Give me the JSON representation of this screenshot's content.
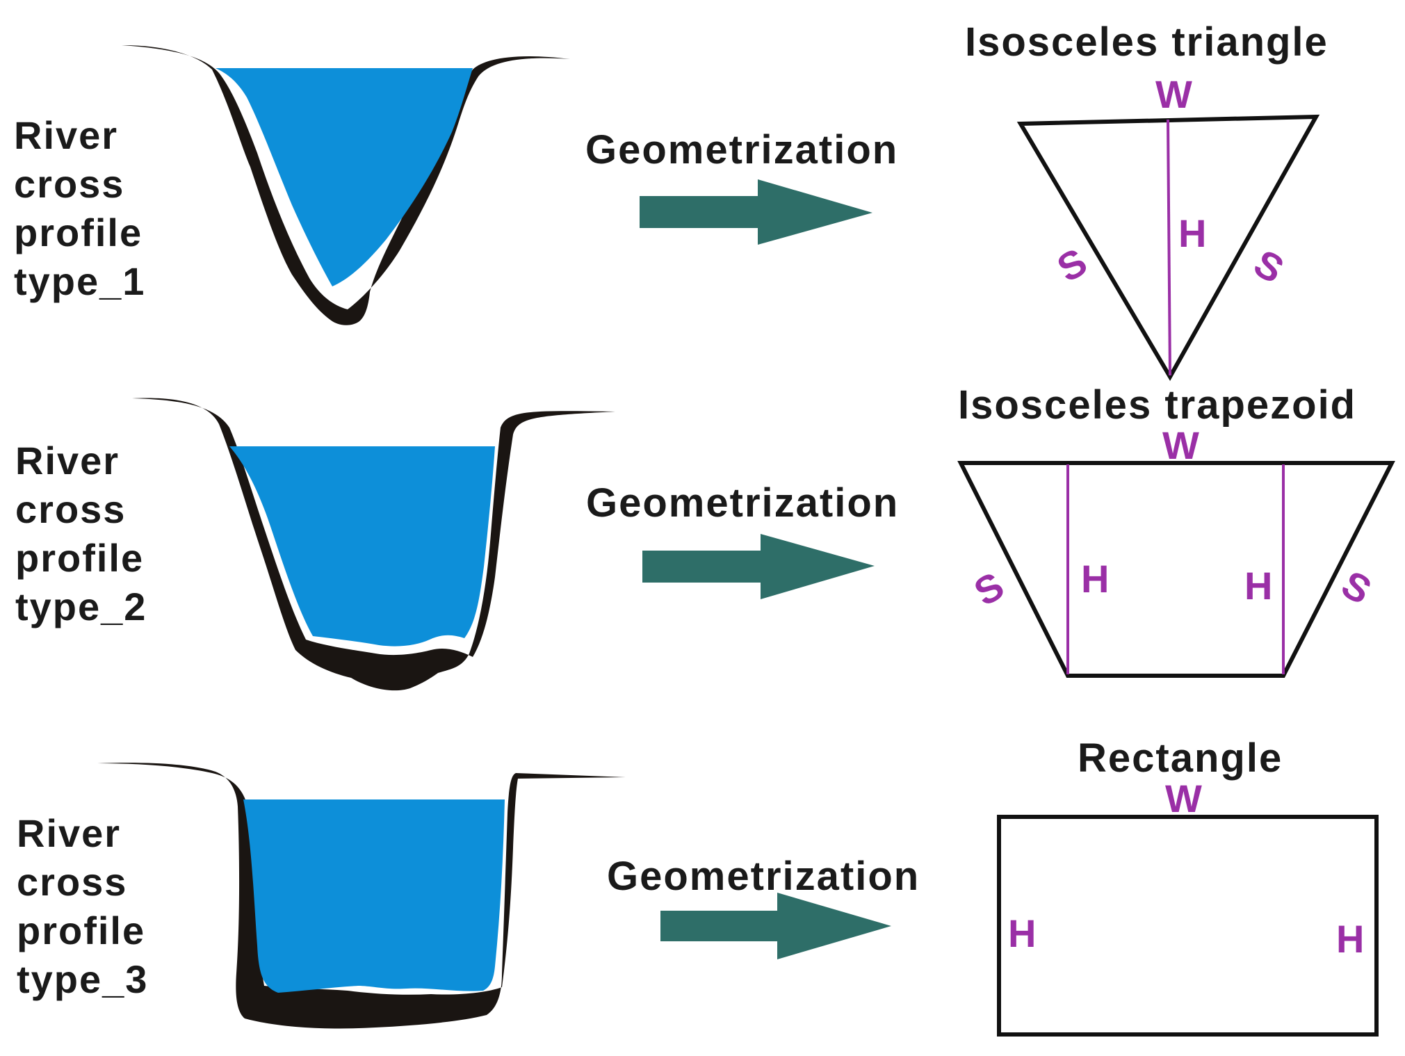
{
  "colors": {
    "water": "#0d8fd9",
    "bank": "#1a1512",
    "arrow": "#2e6e68",
    "dimension": "#9a2fa6",
    "outline": "#111111"
  },
  "rows": [
    {
      "profile_label_lines": [
        "River",
        "cross",
        "profile",
        "type_1"
      ],
      "process_label": "Geometrization",
      "shape_title": "Isosceles triangle",
      "dims": {
        "w": "W",
        "h": "H",
        "s_left": "S",
        "s_right": "S"
      }
    },
    {
      "profile_label_lines": [
        "River",
        "cross",
        "profile",
        "type_2"
      ],
      "process_label": "Geometrization",
      "shape_title": "Isosceles trapezoid",
      "dims": {
        "w": "W",
        "h_left": "H",
        "h_right": "H",
        "s_left": "S",
        "s_right": "S"
      }
    },
    {
      "profile_label_lines": [
        "River",
        "cross",
        "profile",
        "type_3"
      ],
      "process_label": "Geometrization",
      "shape_title": "Rectangle",
      "dims": {
        "w": "W",
        "h_left": "H",
        "h_right": "H"
      }
    }
  ]
}
